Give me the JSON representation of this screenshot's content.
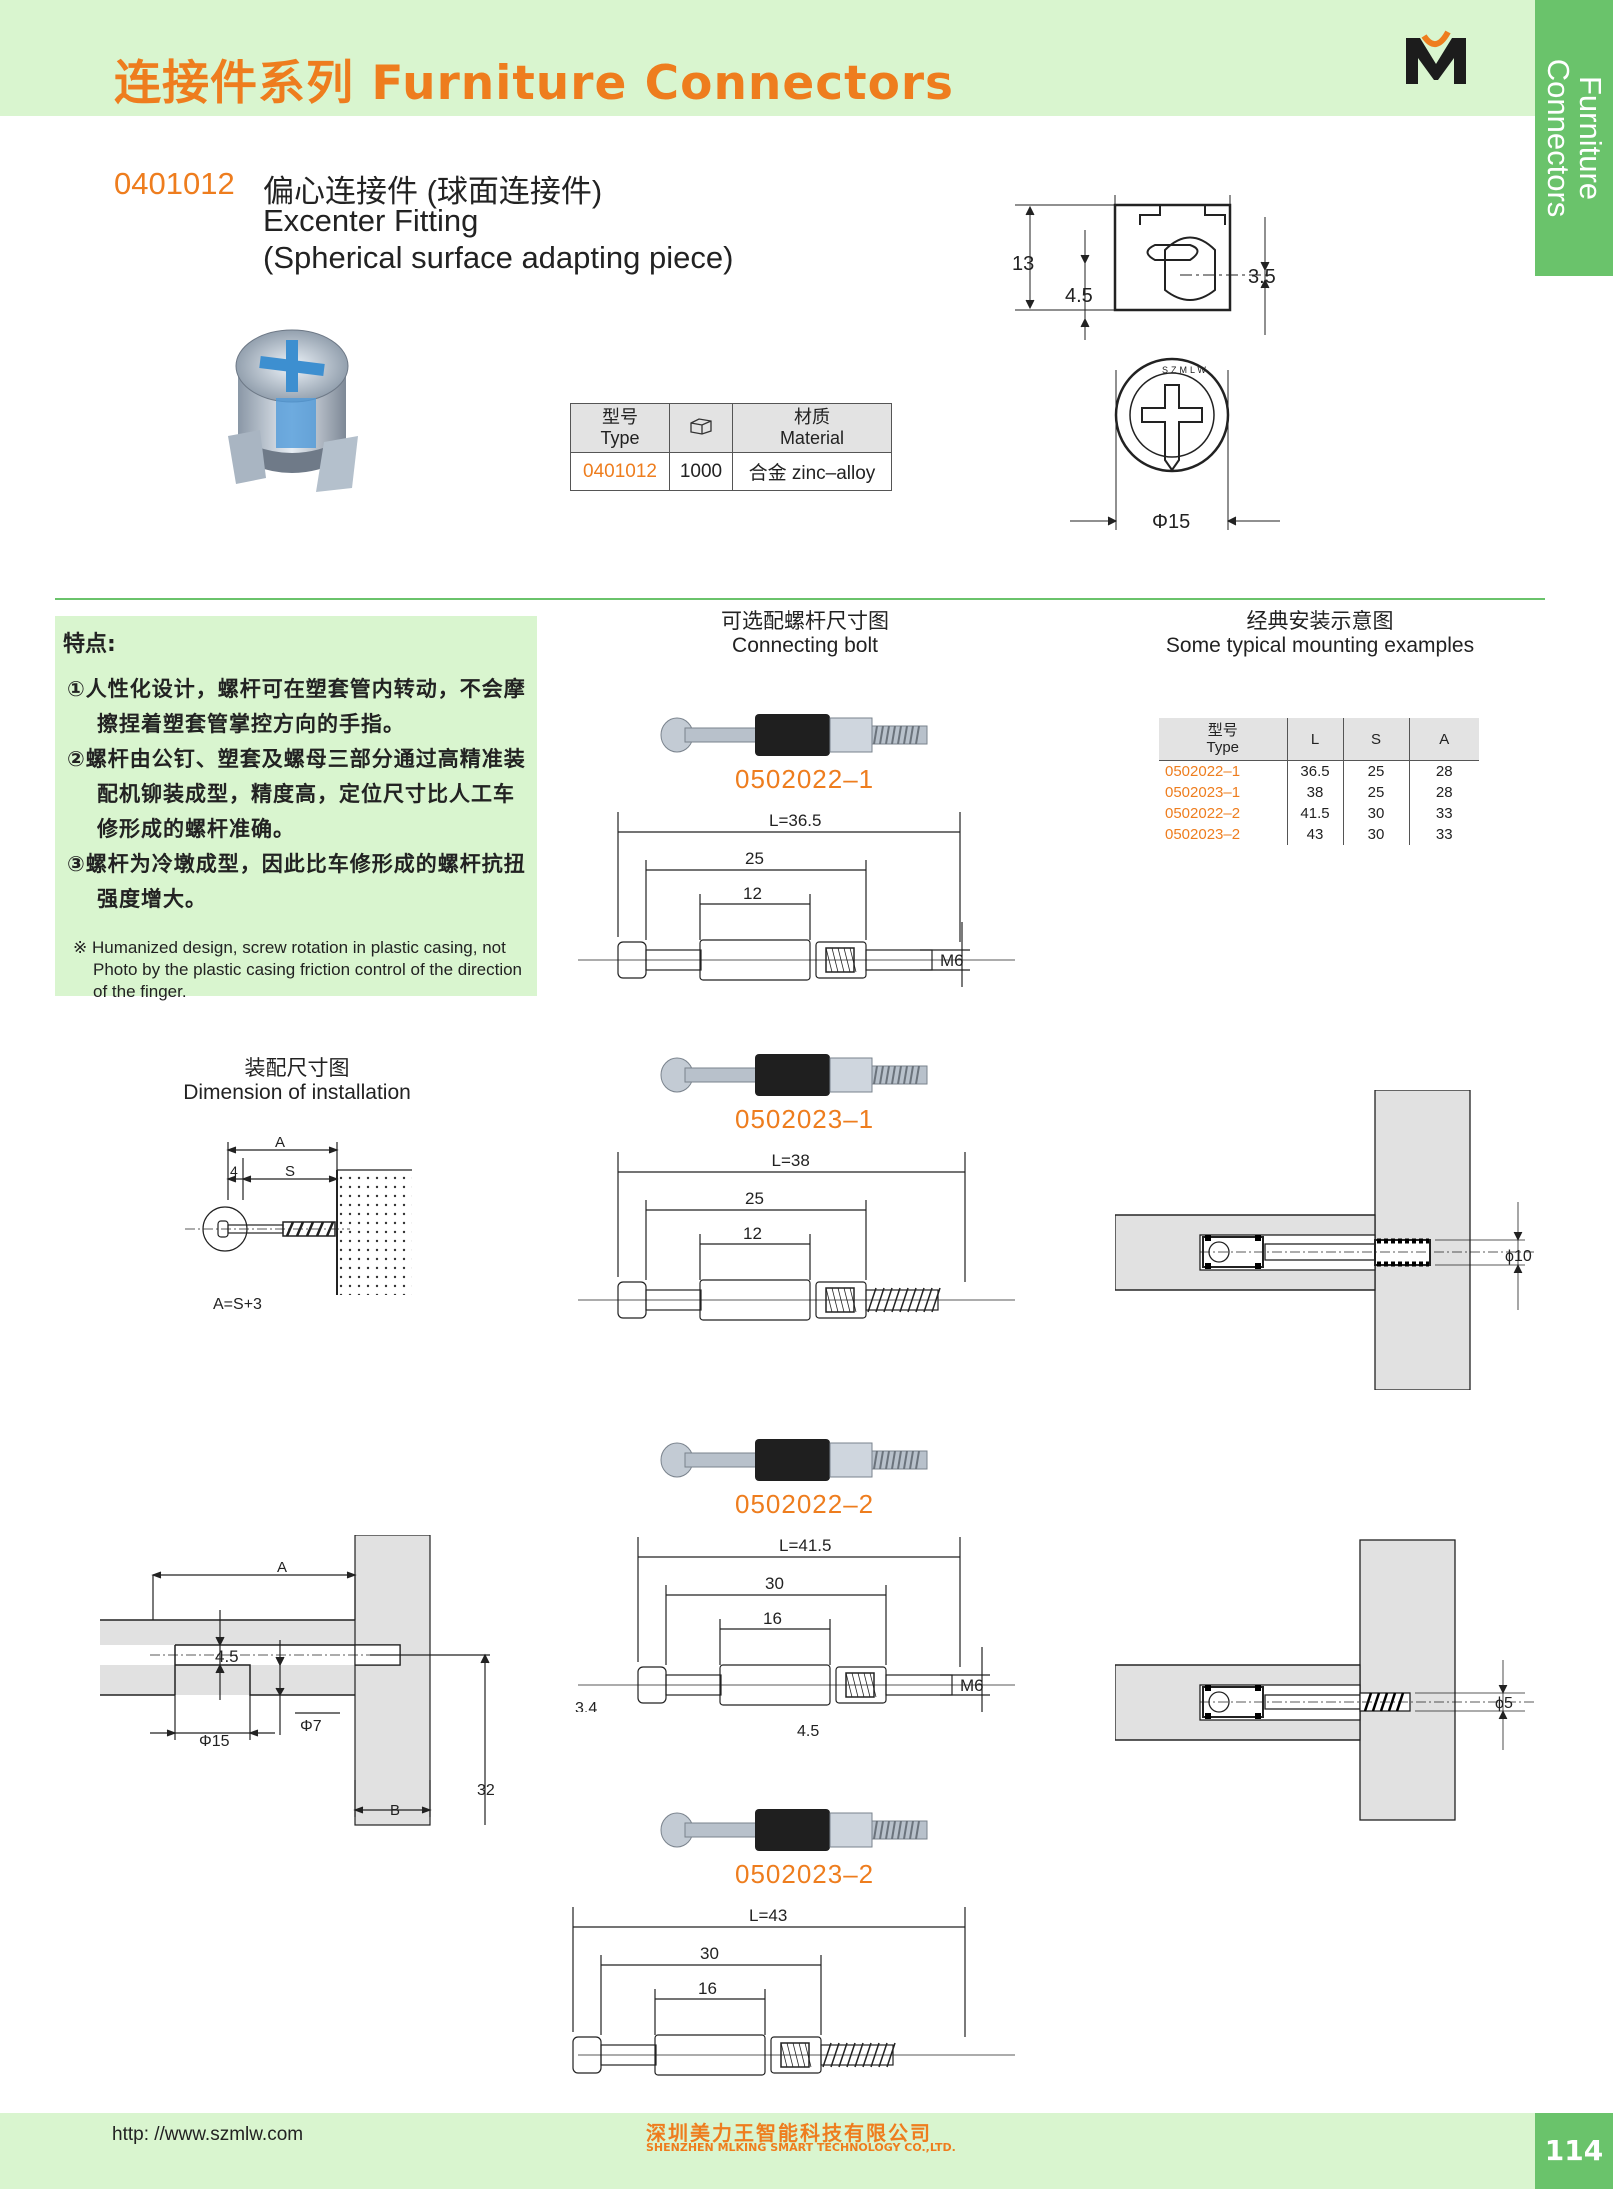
{
  "header": {
    "title": "连接件系列 Furniture Connectors"
  },
  "side_tab": {
    "line1": "Furniture",
    "line2": "Connectors"
  },
  "product": {
    "code": "0401012",
    "name_cn": "偏心连接件 (球面连接件)",
    "name_en_1": "Excenter Fitting",
    "name_en_2": "(Spherical surface adapting piece)"
  },
  "spec_table": {
    "headers": [
      {
        "cn": "型号",
        "en": "Type"
      },
      {
        "cn": "",
        "en": "",
        "icon": "box-icon"
      },
      {
        "cn": "材质",
        "en": "Material"
      }
    ],
    "row": {
      "type": "0401012",
      "qty": "1000",
      "material": "合金 zinc–alloy"
    }
  },
  "top_drawing": {
    "dim_13": "13",
    "dim_45": "4.5",
    "dim_35": "3.5",
    "dim_phi15": "Φ15",
    "brand": "SZMLW"
  },
  "features": {
    "title": "特点:",
    "items": [
      "①人性化设计，螺杆可在塑套管内转动，不会摩擦捏着塑套管掌控方向的手指。",
      "②螺杆由公钉、塑套及螺母三部分通过高精准装配机铆装成型，精度高，定位尺寸比人工车修形成的螺杆准确。",
      "③螺杆为冷墩成型，因此比车修形成的螺杆抗扭强度增大。"
    ],
    "note_en": "※ Humanized design, screw rotation in plastic casing, not Photo by the plastic casing friction control of the direction of the finger."
  },
  "install": {
    "caption_cn": "装配尺寸图",
    "caption_en": "Dimension of installation",
    "formula": "A=S+3",
    "lbl_A": "A",
    "lbl_4": "4",
    "lbl_S": "S",
    "lbl_A2": "A",
    "lbl_45": "4.5",
    "lbl_phi7": "Φ7",
    "lbl_phi15": "Φ15",
    "lbl_32": "32",
    "lbl_B": "B"
  },
  "bolts": {
    "caption_cn": "可选配螺杆尺寸图",
    "caption_en": "Connecting bolt",
    "items": [
      {
        "code": "0502022–1",
        "L": "L=36.5",
        "mid": "25",
        "short": "12",
        "thread": "M6"
      },
      {
        "code": "0502023–1",
        "L": "L=38",
        "mid": "25",
        "short": "12"
      },
      {
        "code": "0502022–2",
        "L": "L=41.5",
        "mid": "30",
        "short": "16",
        "thread": "M6",
        "d34": "3.4",
        "d45": "4.5"
      },
      {
        "code": "0502023–2",
        "L": "L=43",
        "mid": "30",
        "short": "16"
      }
    ]
  },
  "mounting": {
    "caption_cn": "经典安装示意图",
    "caption_en": "Some typical mounting examples",
    "headers": [
      "型号",
      "Type",
      "L",
      "S",
      "A"
    ],
    "rows": [
      {
        "type": "0502022–1",
        "L": "36.5",
        "S": "25",
        "A": "28"
      },
      {
        "type": "0502023–1",
        "L": "38",
        "S": "25",
        "A": "28"
      },
      {
        "type": "0502022–2",
        "L": "41.5",
        "S": "30",
        "A": "33"
      },
      {
        "type": "0502023–2",
        "L": "43",
        "S": "30",
        "A": "33"
      }
    ],
    "phi10": "ϕ10",
    "phi5": "ϕ5"
  },
  "footer": {
    "url": "http: //www.szmlw.com",
    "company_cn": "深圳美力王智能科技有限公司",
    "company_en": "SHENZHEN MLKING SMART TECHNOLOGY CO.,LTD.",
    "page": "114"
  }
}
